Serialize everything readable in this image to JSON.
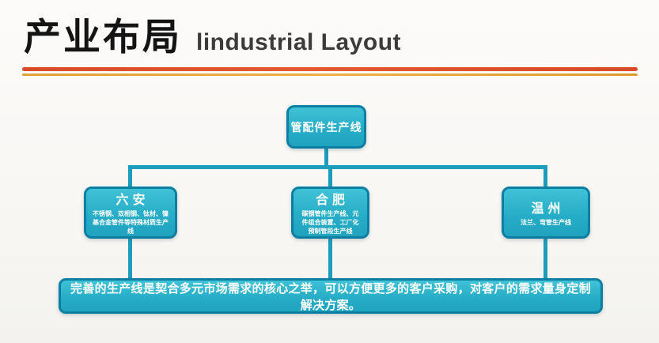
{
  "title": {
    "zh": "产业布局",
    "en": "lindustrial Layout"
  },
  "colors": {
    "box_fill": "#27adc7",
    "box_border": "#0d7fa3",
    "connector": "#1b9dbb",
    "divider_red": "#dd5129",
    "divider_orange": "#e8a53a",
    "title_text": "#141414",
    "box_text": "#ffffff"
  },
  "diagram": {
    "root_label": "管配件生产线",
    "branches": [
      {
        "name": "六安",
        "detail": "不锈钢、双相钢、钛材、镍基合金管件等特殊材质生产线"
      },
      {
        "name": "合肥",
        "detail": "碳钢管件生产线、元件组合装置、工厂化预制管段生产线"
      },
      {
        "name": "温州",
        "detail": "法兰、弯管生产线"
      }
    ],
    "footer": "完善的生产线是契合多元市场需求的核心之举，可以方便更多的客户采购，对客户的需求量身定制解决方案。"
  }
}
